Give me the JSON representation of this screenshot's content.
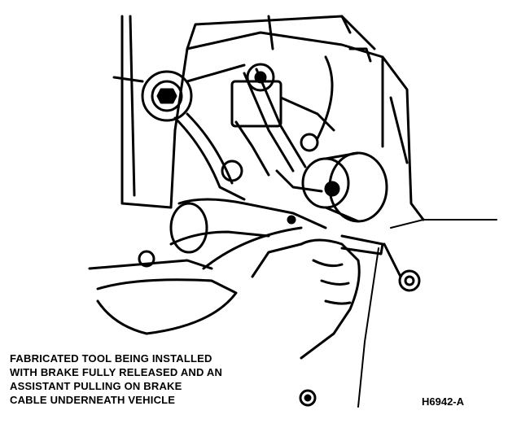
{
  "caption": {
    "lines": [
      "FABRICATED TOOL BEING INSTALLED",
      "WITH BRAKE FULLY RELEASED AND AN",
      "ASSISTANT PULLING ON BRAKE",
      "CABLE UNDERNEATH VEHICLE"
    ]
  },
  "figure_id": "H6942-A"
}
